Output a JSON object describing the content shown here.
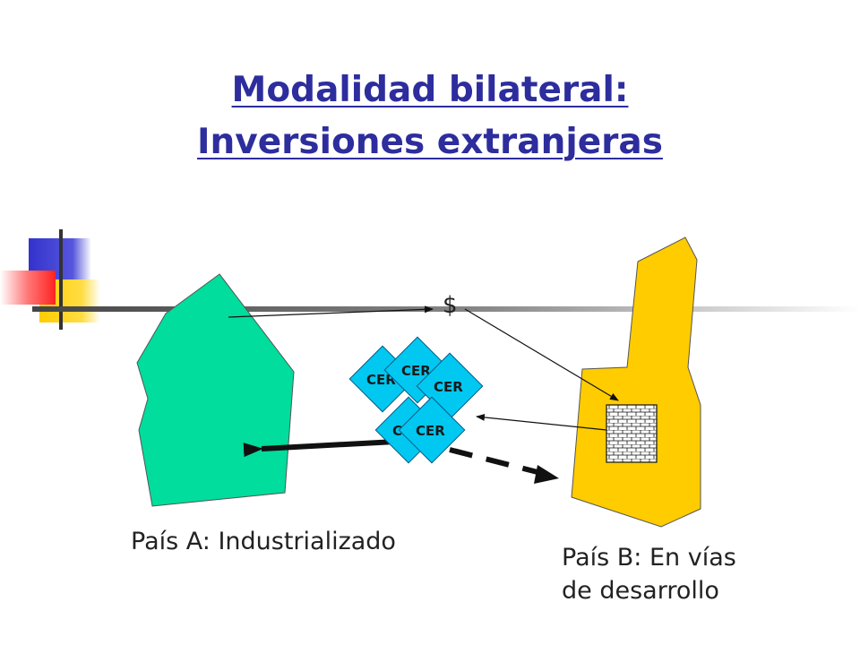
{
  "title": {
    "line1": "Modalidad bilateral:",
    "line2": "Inversiones extranjeras"
  },
  "money_label": "$",
  "certificate_label": "CER",
  "country_a": {
    "caption": "País A: Industrializado"
  },
  "country_b": {
    "caption_line1": "País B: En vías",
    "caption_line2": "de desarrollo"
  },
  "colors": {
    "title": "#2d2d9e",
    "country_a": "#00dd9c",
    "country_b": "#ffcc00",
    "certificate": "#00c8f0",
    "deco_blue": "#3333cc",
    "deco_yellow": "#ffcc00",
    "deco_red": "#ff3333"
  }
}
